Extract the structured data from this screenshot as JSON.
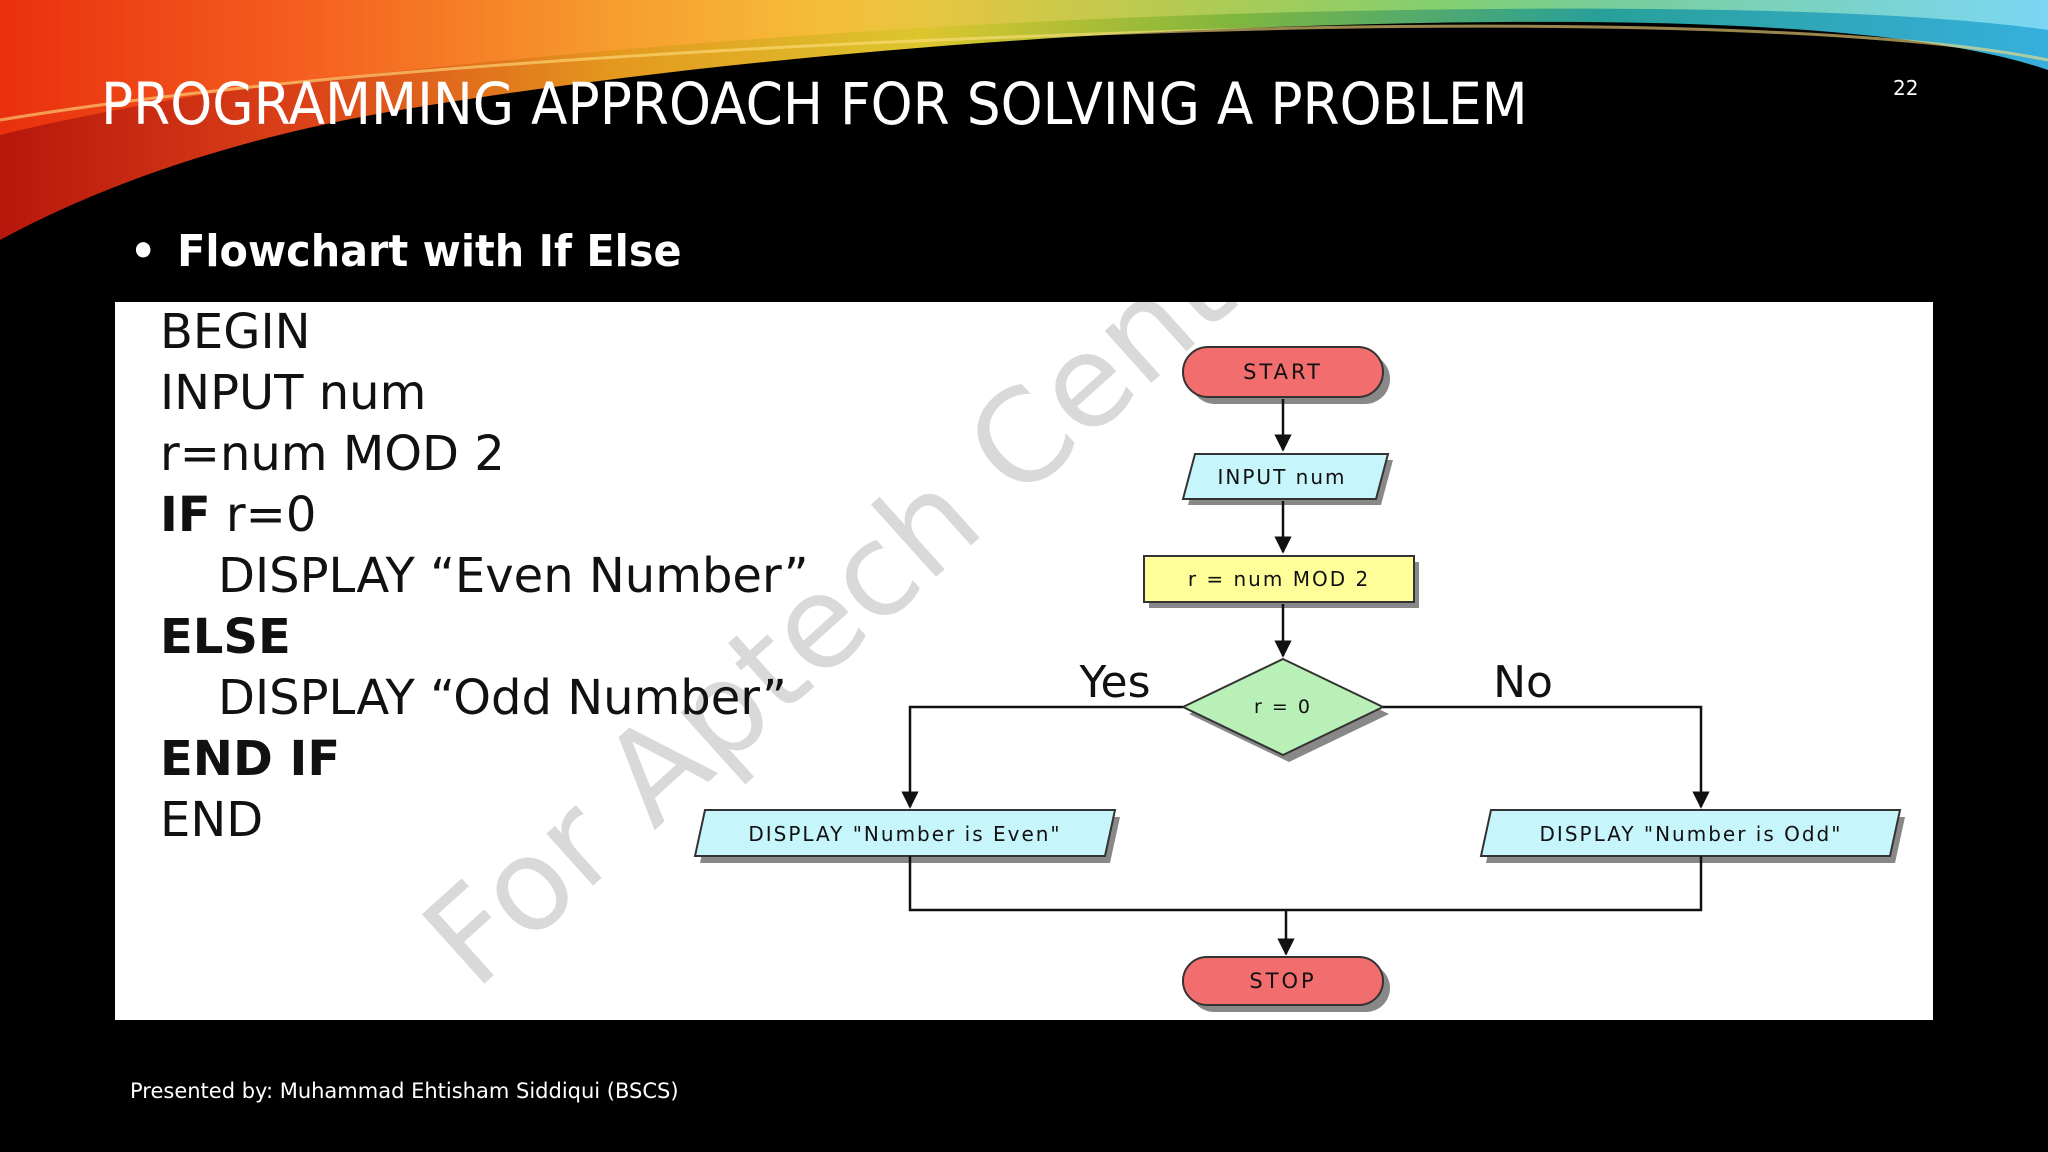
{
  "slide": {
    "title": "PROGRAMMING APPROACH FOR SOLVING A PROBLEM",
    "number": "22",
    "bullet": "Flowchart with If Else",
    "footer": "Presented by: Muhammad Ehtisham Siddiqui (BSCS)"
  },
  "pseudocode": [
    {
      "kw": "",
      "text": "BEGIN"
    },
    {
      "kw": "",
      "text": "INPUT num"
    },
    {
      "kw": "",
      "text": "r=num MOD 2"
    },
    {
      "kw": "IF",
      "text": " r=0"
    },
    {
      "kw": "",
      "text": "DISPLAY “Even Number”"
    },
    {
      "kw": "ELSE",
      "text": ""
    },
    {
      "kw": "",
      "text": "DISPLAY “Odd Number”"
    },
    {
      "kw": "END IF",
      "text": ""
    },
    {
      "kw": "",
      "text": "END"
    }
  ],
  "watermark": "For Aptech Centre Use",
  "flowchart": {
    "start": "START",
    "input": "INPUT num",
    "process": "r = num MOD 2",
    "decision": "r = 0",
    "yes_label": "Yes",
    "no_label": "No",
    "display_even": "DISPLAY \"Number is Even\"",
    "display_odd": "DISPLAY \"Number is Odd\"",
    "stop": "STOP"
  },
  "colors": {
    "terminal": "#f26d6d",
    "io": "#c6f5fb",
    "process": "#ffff99",
    "decision": "#b8f0b8"
  }
}
